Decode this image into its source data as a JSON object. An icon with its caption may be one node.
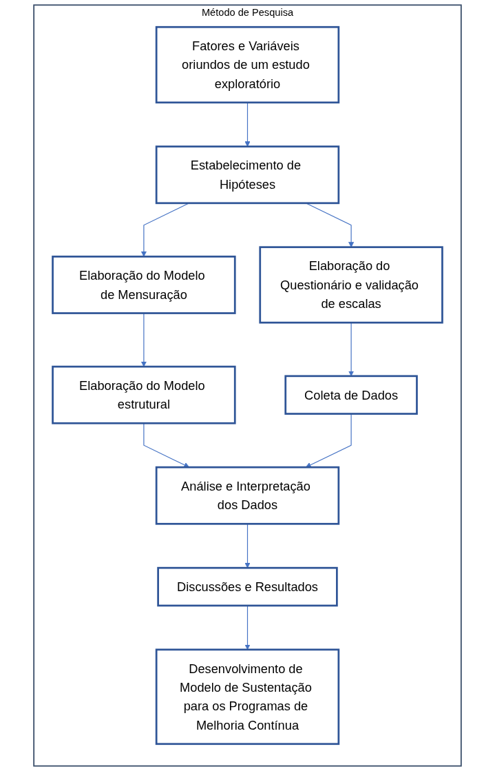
{
  "diagram": {
    "nodes": [
      {
        "text": [
          "Método de Pesquisa"
        ]
      },
      {
        "text": [
          "Fatores e Variáveis oriundos de um estudo exploratório"
        ],
        "in": 0
      },
      {
        "text": [
          "Estabelecimento de Hipóteses"
        ],
        "in": 0
      },
      {
        "text": [
          "Elaboração do Modelo de Mensuração"
        ],
        "in": 0
      },
      {
        "text": [
          "Elaboração do Questionário e validação de escalas"
        ],
        "in": 0
      },
      {
        "text": [
          "Elaboração do Modelo estrutural"
        ],
        "in": 0
      },
      {
        "text": [
          "Coleta de Dados"
        ],
        "in": 0
      },
      {
        "text": [
          "Análise e Interpretação dos Dados"
        ],
        "in": 0
      },
      {
        "text": [
          "Discussões e Resultados"
        ],
        "in": 0
      },
      {
        "text": [
          "Desenvolvimento de Modelo de Sustentação para os Programas de Melhoria Contínua"
        ],
        "in": 0
      }
    ],
    "edges": [
      {
        "from": 1,
        "to": 2,
        "arrow": "to"
      },
      {
        "from": 2,
        "to": 3,
        "arrow": "to"
      },
      {
        "from": 2,
        "to": 4,
        "arrow": "to"
      },
      {
        "from": 3,
        "to": 5,
        "arrow": "to"
      },
      {
        "from": 4,
        "to": 6,
        "arrow": "to"
      },
      {
        "from": 5,
        "to": 7,
        "arrow": "to"
      },
      {
        "from": 6,
        "to": 7,
        "arrow": "to"
      },
      {
        "from": 7,
        "to": 8,
        "arrow": "to"
      },
      {
        "from": 8,
        "to": 9,
        "arrow": "to"
      }
    ]
  }
}
